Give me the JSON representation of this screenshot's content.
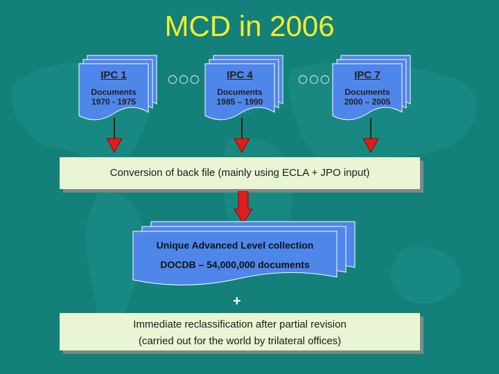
{
  "title": "MCD in 2006",
  "top_docs": [
    {
      "heading": "IPC 1",
      "line1": "Documents",
      "line2": "1970 - 1975"
    },
    {
      "heading": "IPC 4",
      "line1": "Documents",
      "line2": "1985 – 1990"
    },
    {
      "heading": "IPC 7",
      "line1": "Documents",
      "line2": "2000 – 2005"
    }
  ],
  "ellipsis": [
    "○○○",
    "○○○"
  ],
  "conversion_band": "Conversion of back file (mainly using ECLA + JPO input)",
  "collection": {
    "line1": "Unique Advanced Level collection",
    "line2": "DOCDB – 54,000,000 documents"
  },
  "plus": "+",
  "reclass_band": {
    "line1": "Immediate reclassification after partial revision",
    "line2": "(carried out for the world by trilateral offices)"
  },
  "colors": {
    "background": "#14807a",
    "title": "#f4ee2c",
    "document": "#4f86ea",
    "band": "#e9f5d3",
    "arrow": "#e01c1c"
  }
}
